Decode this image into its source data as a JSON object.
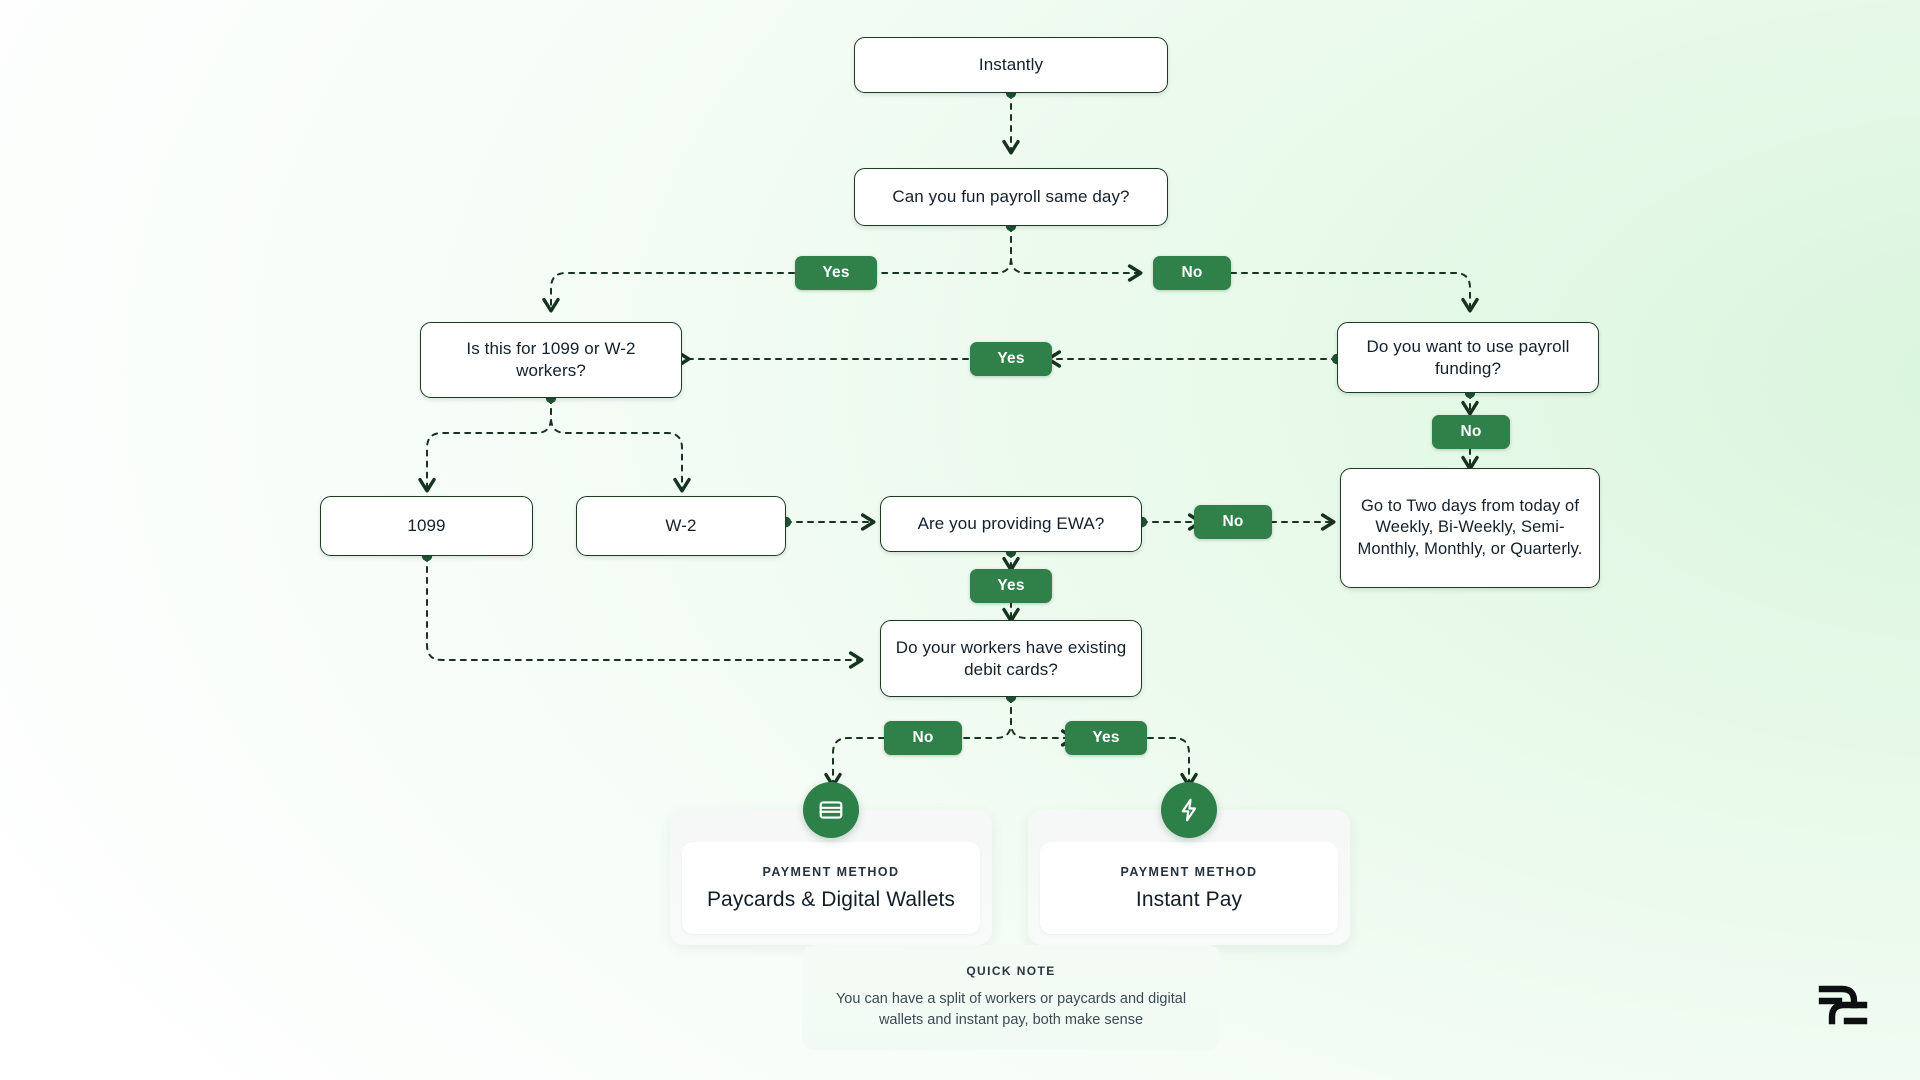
{
  "meta": {
    "accent_green": "#2f8049",
    "node_border": "#1c3b26",
    "node_bg": "#ffffff",
    "text_dark": "#14202a"
  },
  "flow": {
    "nodes": [
      {
        "id": "instantly",
        "label": "Instantly"
      },
      {
        "id": "same_day",
        "label": "Can you fun payroll same day?"
      },
      {
        "id": "worker_type",
        "label": "Is this for 1099 or W-2 workers?"
      },
      {
        "id": "payroll_fund",
        "label": "Do you want to use payroll funding?"
      },
      {
        "id": "n1099",
        "label": "1099"
      },
      {
        "id": "w2",
        "label": "W-2"
      },
      {
        "id": "ewa",
        "label": "Are you providing EWA?"
      },
      {
        "id": "two_days",
        "label": "Go to Two days from today of Weekly, Bi-Weekly, Semi-Monthly, Monthly, or Quarterly."
      },
      {
        "id": "debit_cards",
        "label": "Do your workers have existing debit cards?"
      }
    ],
    "badges": [
      {
        "id": "b_yes_sameday",
        "label": "Yes"
      },
      {
        "id": "b_no_sameday",
        "label": "No"
      },
      {
        "id": "b_yes_funding",
        "label": "Yes"
      },
      {
        "id": "b_no_funding",
        "label": "No"
      },
      {
        "id": "b_no_ewa",
        "label": "No"
      },
      {
        "id": "b_yes_ewa",
        "label": "Yes"
      },
      {
        "id": "b_no_debit",
        "label": "No"
      },
      {
        "id": "b_yes_debit",
        "label": "Yes"
      }
    ]
  },
  "cards": [
    {
      "id": "paycards",
      "kicker": "PAYMENT METHOD",
      "title": "Paycards & Digital Wallets",
      "icon": "credit-card-icon"
    },
    {
      "id": "instantpay",
      "kicker": "PAYMENT METHOD",
      "title": "Instant Pay",
      "icon": "lightning-bolt-icon"
    }
  ],
  "note": {
    "kicker": "QUICK NOTE",
    "body": "You can have a split of workers or paycards and digital wallets and instant pay, both make sense"
  },
  "logo": {
    "name": "brand-logo"
  }
}
